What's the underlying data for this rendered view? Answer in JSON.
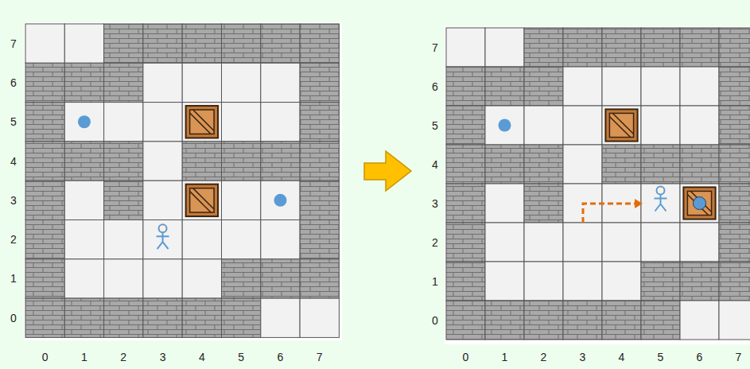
{
  "diagram": {
    "labels": [
      "7",
      "6",
      "5",
      "4",
      "3",
      "2",
      "1",
      "0",
      "0",
      "1",
      "2",
      "3",
      "4",
      "5",
      "6",
      "7",
      "7",
      "6",
      "5",
      "4",
      "3",
      "2",
      "1",
      "0",
      "0",
      "1",
      "2",
      "3",
      "4",
      "5",
      "6",
      "7"
    ]
  }
}
